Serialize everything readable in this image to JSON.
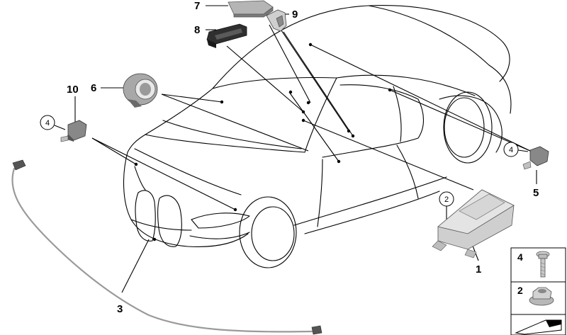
{
  "callouts": {
    "p7": "7",
    "p9": "9",
    "p8": "8",
    "p10": "10",
    "p6": "6",
    "p4a": "4",
    "p4b": "4",
    "p5": "5",
    "p2": "2",
    "p1": "1",
    "p3": "3"
  },
  "legend": {
    "screw_number": "4",
    "nut_number": "2"
  },
  "colors": {
    "line": "#000000",
    "part_dark": "#4a4a4a",
    "part_mid": "#9a9a9a",
    "part_light": "#d9d9d9"
  }
}
